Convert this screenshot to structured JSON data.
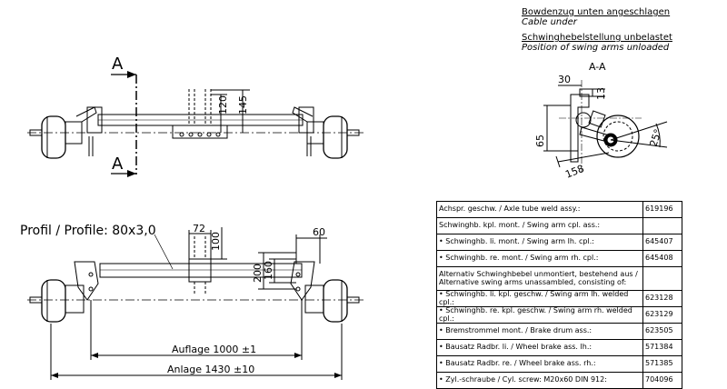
{
  "notes": {
    "cable_de": "Bowdenzug unten angeschlagen",
    "cable_en": "Cable under",
    "arm_de": "Schwinghebelstellung unbelastet",
    "arm_en": "Position of swing arms unloaded"
  },
  "section": {
    "title": "A-A",
    "marker": "A",
    "dims": {
      "d30": "30",
      "d13": "13",
      "d65": "65",
      "d158": "158",
      "angle": "25°"
    }
  },
  "top_view": {
    "dims": {
      "h120": "120",
      "h145": "145"
    }
  },
  "front_view": {
    "profile": "Profil / Profile: 80x3,0",
    "dims": {
      "d72": "72",
      "d100": "100",
      "d60": "60",
      "d200": "200",
      "d160": "160",
      "auflage": "Auflage 1000 ±1",
      "anlage": "Anlage 1430 ±10"
    }
  },
  "parts": [
    {
      "desc": "Achspr. geschw. / Axle tube weld assy.:",
      "num": "619196"
    },
    {
      "desc": "Schwinghb. kpl. mont. / Swing arm cpl. ass.:",
      "num": ""
    },
    {
      "desc": "• Schwinghb. li. mont. / Swing arm lh. cpl.:",
      "num": "645407"
    },
    {
      "desc": "• Schwinghb. re. mont. / Swing arm rh. cpl.:",
      "num": "645408"
    },
    {
      "desc": "Alternativ Schwinghbebel unmontiert, bestehend aus / Alternative swing arms unassambled, consisting of:",
      "num": ""
    },
    {
      "desc": "• Schwinghb. li. kpl. geschw. / Swing arm lh. welded cpl.:",
      "num": "623128"
    },
    {
      "desc": "• Schwinghb. re. kpl. geschw. / Swing arm rh. welded cpl.:",
      "num": "623129"
    },
    {
      "desc": "• Bremstrommel mont. / Brake drum ass.:",
      "num": "623505"
    },
    {
      "desc": "• Bausatz Radbr. li. / Wheel brake ass. lh.:",
      "num": "571384"
    },
    {
      "desc": "• Bausatz Radbr. re. / Wheel brake ass. rh.:",
      "num": "571385"
    },
    {
      "desc": "• Zyl.-schraube / Cyl. screw: M20x60 DIN 912:",
      "num": "704096"
    }
  ]
}
